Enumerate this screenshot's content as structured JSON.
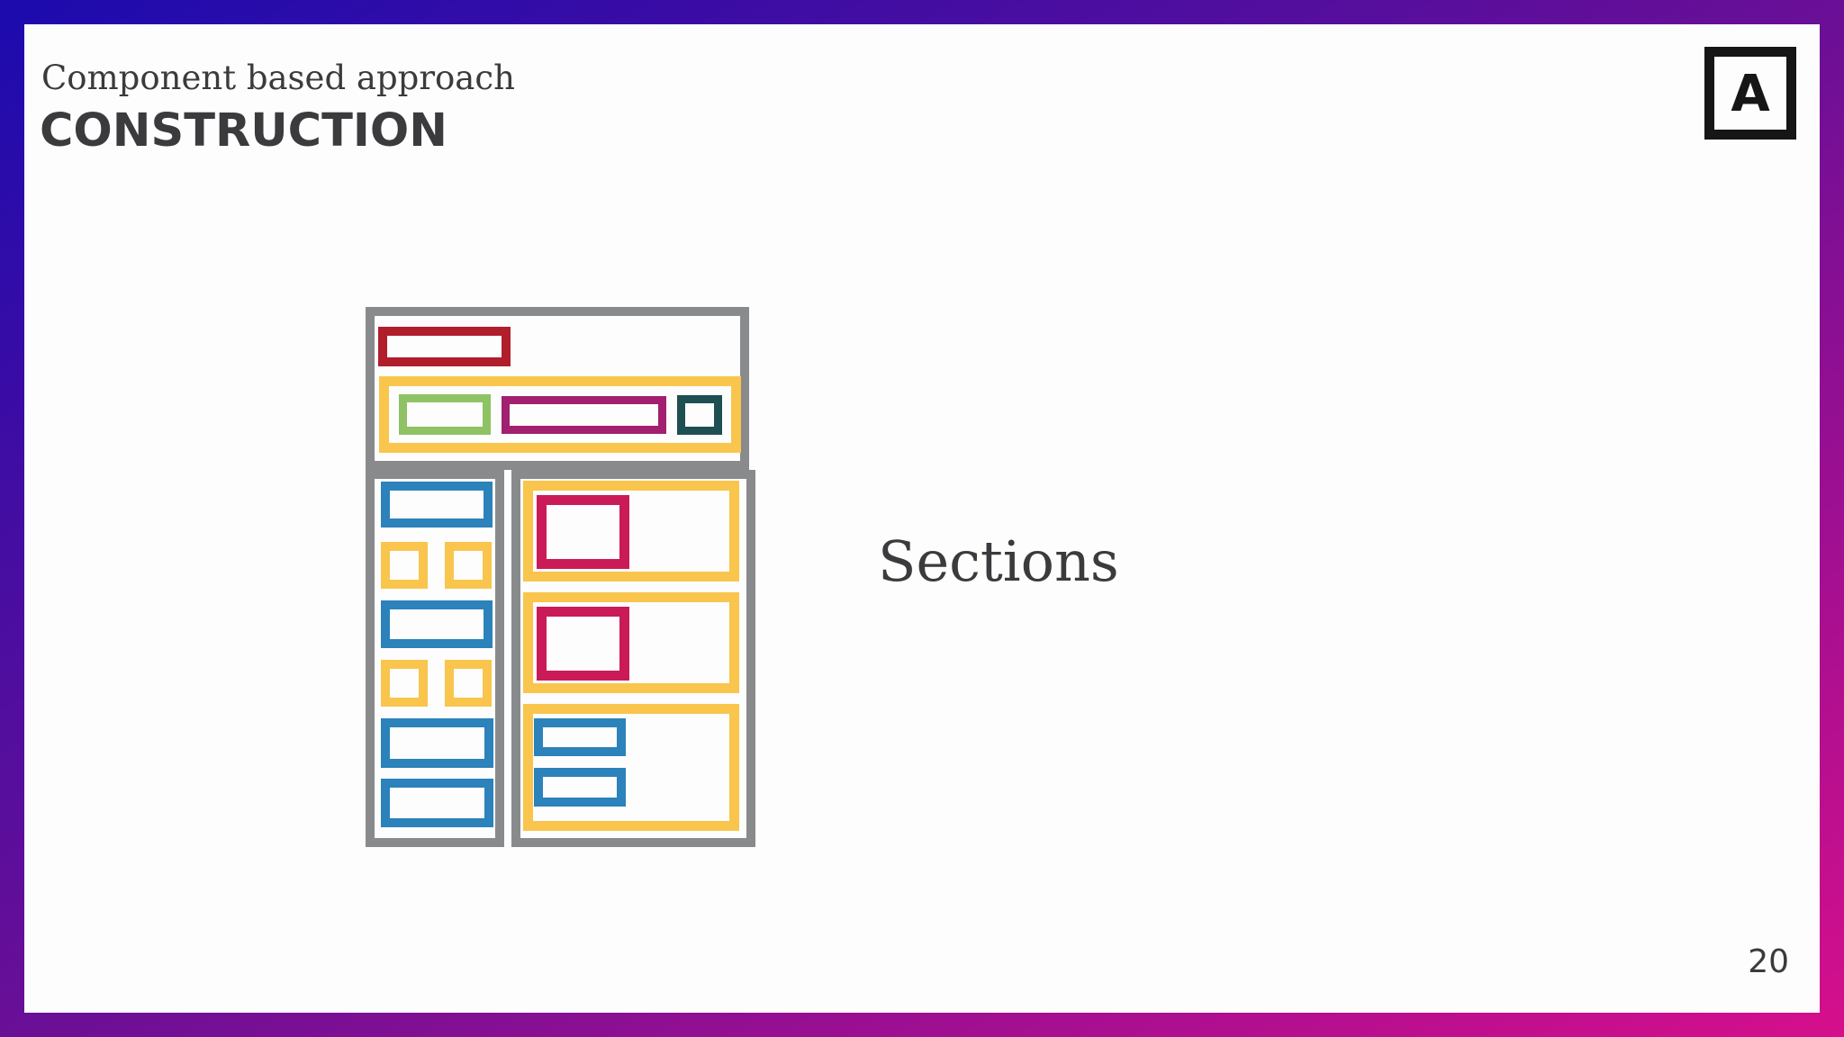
{
  "slide": {
    "kicker": "Component based approach",
    "title": "CONSTRUCTION",
    "logo_letter": "A",
    "label": "Sections",
    "page_number": "20"
  },
  "colors": {
    "grad-start": "#1c0bae",
    "grad-mid": "#6d0f96",
    "grad-end": "#d60f8c",
    "slide-bg": "#fdfdfe",
    "ink": "#3b3a3d",
    "logo-ink": "#161616",
    "gray": "#898a8c",
    "red": "#b01e2c",
    "yellow": "#f9c54d",
    "green": "#8ec263",
    "magenta": "#a1206f",
    "teal": "#1e4f52",
    "blue": "#2c82ba",
    "pink": "#ca1a58"
  }
}
